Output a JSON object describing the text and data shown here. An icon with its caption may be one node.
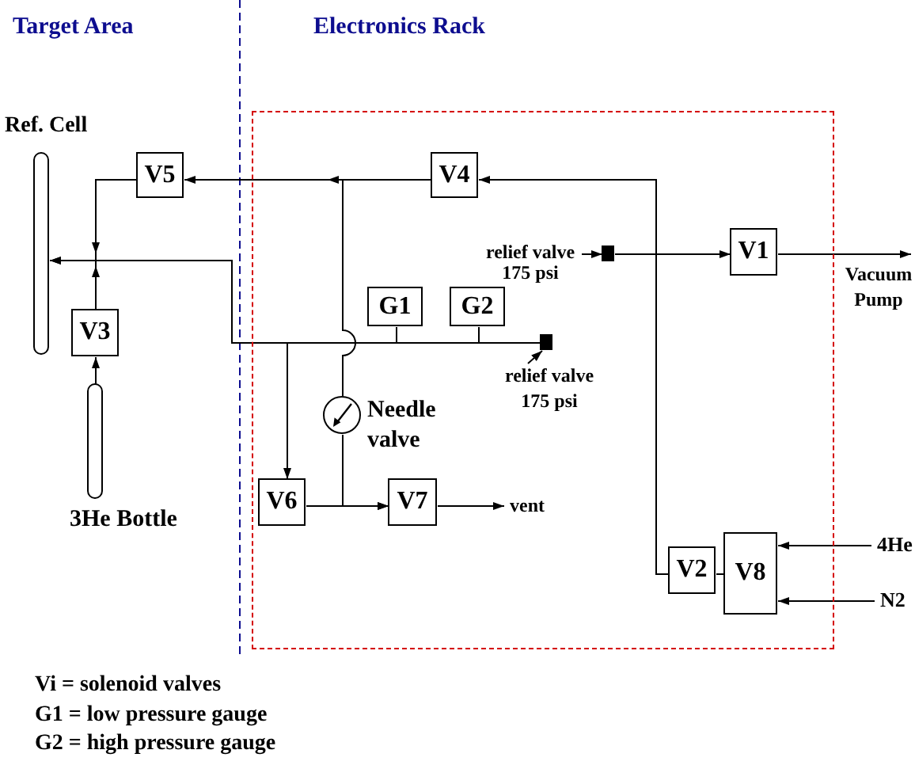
{
  "diagram": {
    "nodes": [
      {
        "text": [
          "Ref. Cell"
        ]
      },
      {
        "text": [
          "V5"
        ]
      },
      {
        "text": [],
        "shape": "box"
      },
      {
        "text": [
          "V4"
        ],
        "in": 2
      },
      {
        "text": [
          "relief valve 175 psi"
        ],
        "in": 2
      },
      {
        "text": [],
        "shape": "box",
        "in": 2
      },
      {
        "text": [
          "V1"
        ],
        "in": 2
      },
      {
        "text": [
          "Vacuum Pump"
        ]
      },
      {
        "text": [
          "G1"
        ],
        "in": 2
      },
      {
        "text": [
          "G2"
        ],
        "in": 2
      },
      {
        "text": [],
        "shape": "box",
        "in": 2
      },
      {
        "text": [
          "relief valve 175 psi"
        ],
        "in": 2
      },
      {
        "text": [
          "V3"
        ]
      },
      {
        "text": [],
        "shape": "circle",
        "beside": [
          "Needle valve"
        ],
        "in": 2
      },
      {
        "text": [
          "3He Bottle"
        ]
      },
      {
        "text": [
          "V6"
        ],
        "in": 2
      },
      {
        "text": [
          "V7"
        ],
        "in": 2
      },
      {
        "text": [
          "vent"
        ],
        "in": 2
      },
      {
        "text": [
          "V2"
        ],
        "in": 2
      },
      {
        "text": [
          "V8"
        ],
        "in": 2
      },
      {
        "text": [
          "4He"
        ]
      },
      {
        "text": [
          "N2"
        ]
      }
    ],
    "edges": [
      {
        "from": 3,
        "to": 1,
        "arrow": "to"
      },
      {
        "from": 3,
        "to": 13,
        "arrow": "none"
      },
      {
        "from": 1,
        "to": 0,
        "arrow": "to"
      },
      {
        "from": 12,
        "to": 0,
        "arrow": "to"
      },
      {
        "from": 14,
        "to": 12,
        "arrow": "to"
      },
      {
        "from": 0,
        "to": 15,
        "arrow": "to"
      },
      {
        "from": 0,
        "to": 8,
        "arrow": "none"
      },
      {
        "from": 0,
        "to": 9,
        "arrow": "none"
      },
      {
        "from": 0,
        "to": 10,
        "arrow": "none"
      },
      {
        "from": 13,
        "to": 16,
        "arrow": "to"
      },
      {
        "from": 15,
        "to": 16,
        "arrow": "to"
      },
      {
        "from": 16,
        "to": 17,
        "arrow": "to"
      },
      {
        "from": 4,
        "to": 5,
        "arrow": "to"
      },
      {
        "from": 5,
        "to": 6,
        "arrow": "to"
      },
      {
        "from": 6,
        "to": 7,
        "arrow": "to"
      },
      {
        "from": 18,
        "to": 3,
        "arrow": "to"
      },
      {
        "from": 18,
        "to": 19,
        "arrow": "none"
      },
      {
        "from": 20,
        "to": 19,
        "arrow": "to"
      },
      {
        "from": 21,
        "to": 19,
        "arrow": "to"
      },
      {
        "from": 11,
        "to": 10,
        "arrow": "to"
      }
    ],
    "labels": [
      "Target Area",
      "Electronics Rack",
      "Vi = solenoid valves",
      "G1 = low pressure gauge",
      "G2 = high pressure gauge"
    ]
  }
}
